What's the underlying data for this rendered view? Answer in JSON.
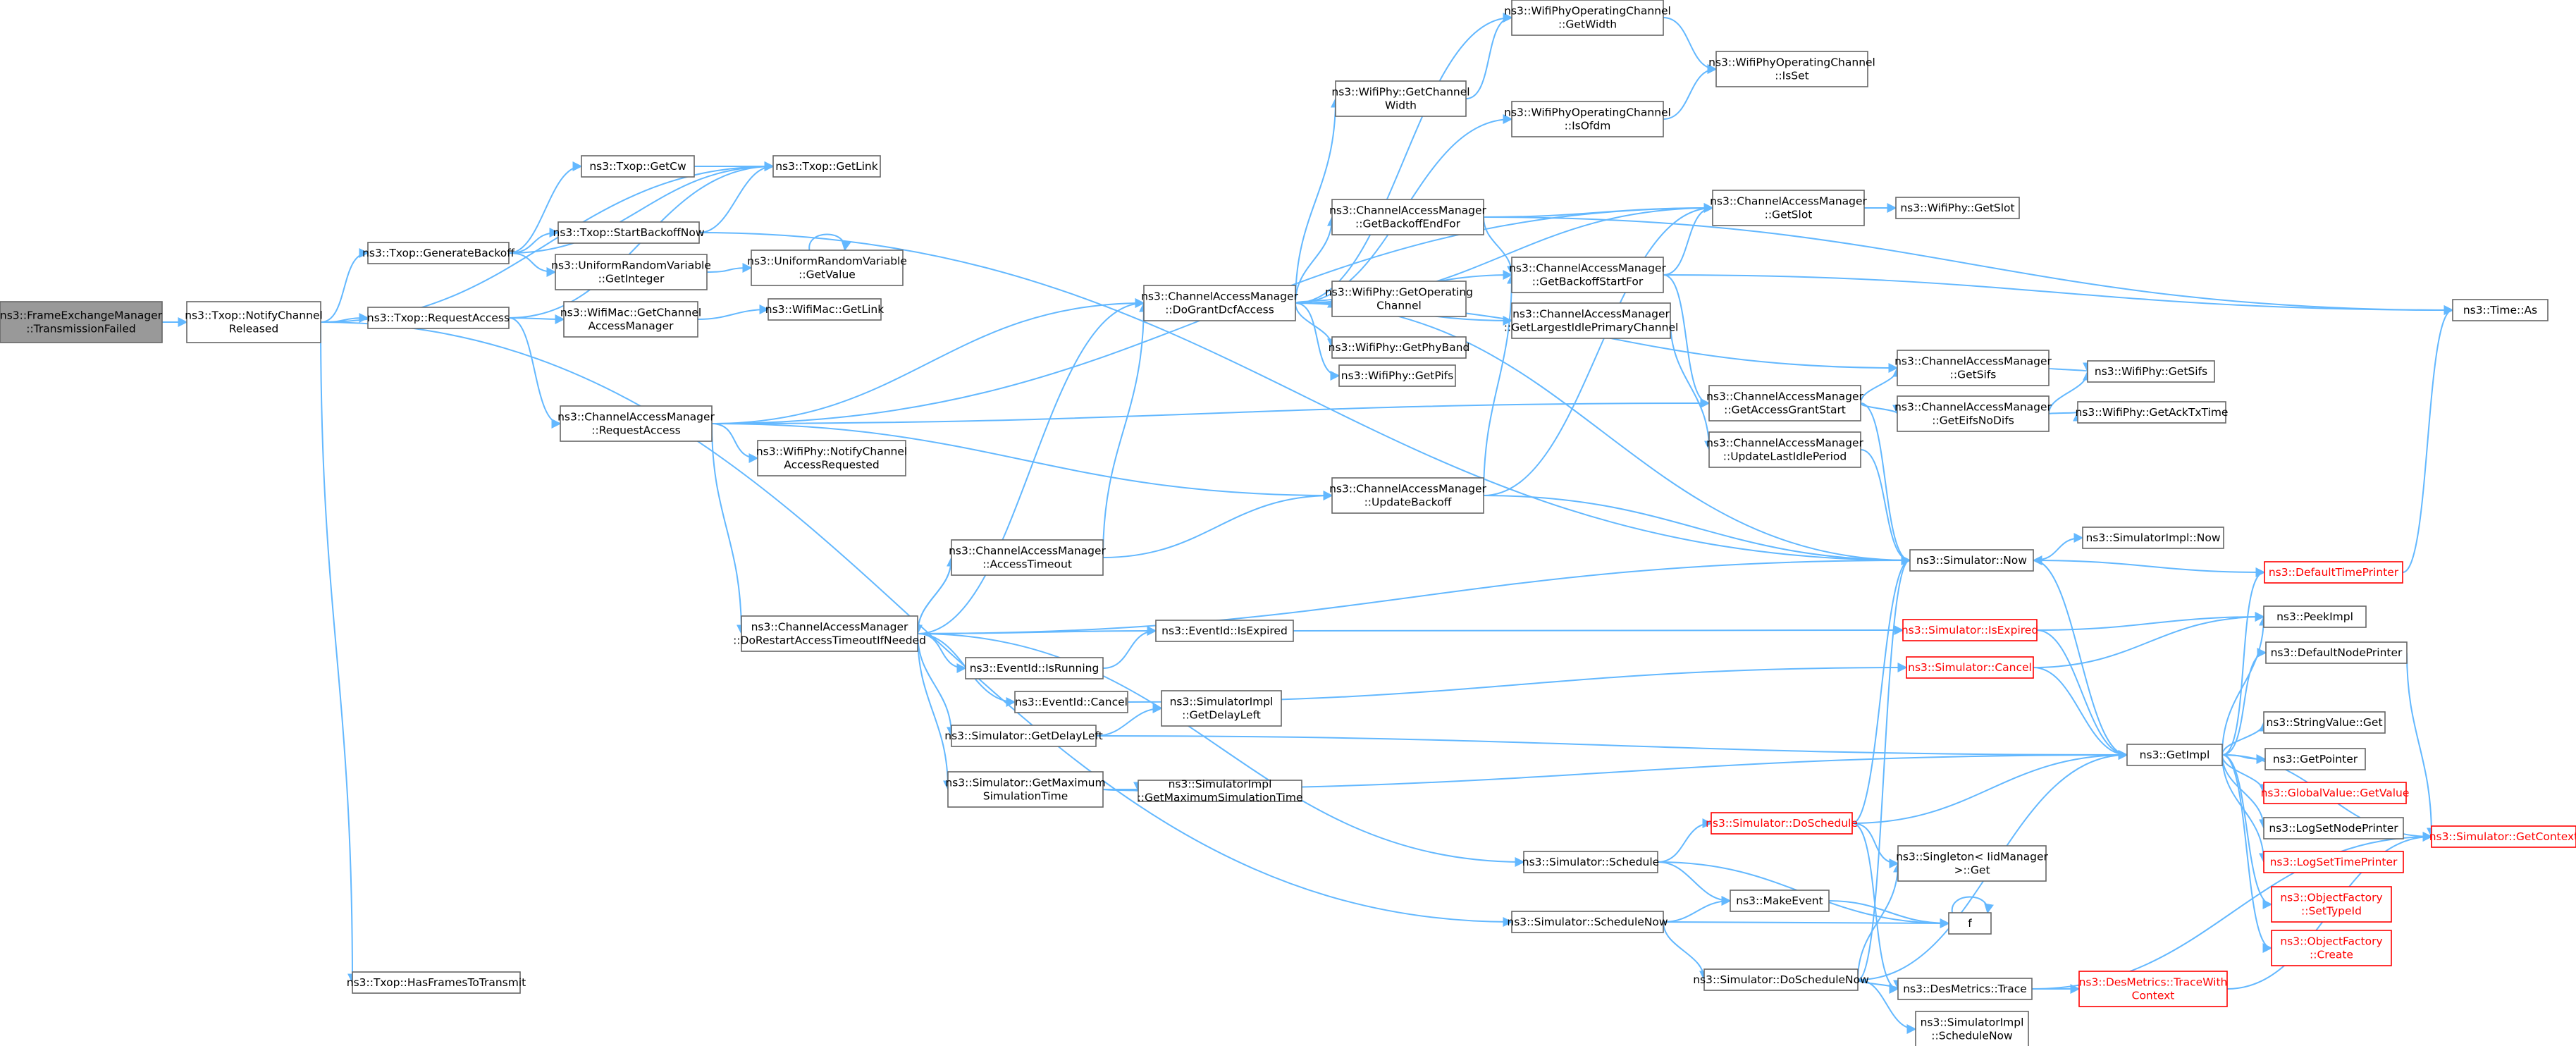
{
  "colors": {
    "edge": "#63b8ff",
    "node_border": "#666666",
    "root_fill": "#999999",
    "highlight": "#ff0000",
    "background": "#ffffff"
  },
  "nodes": [
    {
      "id": "root",
      "lines": [
        "ns3::FrameExchangeManager",
        "::TransmissionFailed"
      ],
      "style": "root"
    },
    {
      "id": "notify",
      "lines": [
        "ns3::Txop::NotifyChannel",
        "Released"
      ]
    },
    {
      "id": "genbackoff",
      "lines": [
        "ns3::Txop::GenerateBackoff"
      ]
    },
    {
      "id": "getcw",
      "lines": [
        "ns3::Txop::GetCw"
      ]
    },
    {
      "id": "txgetlink",
      "lines": [
        "ns3::Txop::GetLink"
      ]
    },
    {
      "id": "startbackoff",
      "lines": [
        "ns3::Txop::StartBackoffNow"
      ]
    },
    {
      "id": "urvint",
      "lines": [
        "ns3::UniformRandomVariable",
        "::GetInteger"
      ]
    },
    {
      "id": "urvval",
      "lines": [
        "ns3::UniformRandomVariable",
        "::GetValue"
      ]
    },
    {
      "id": "reqaccess",
      "lines": [
        "ns3::Txop::RequestAccess"
      ]
    },
    {
      "id": "wmgetcam",
      "lines": [
        "ns3::WifiMac::GetChannel",
        "AccessManager"
      ]
    },
    {
      "id": "wmgetlink",
      "lines": [
        "ns3::WifiMac::GetLink"
      ]
    },
    {
      "id": "camreq",
      "lines": [
        "ns3::ChannelAccessManager",
        "::RequestAccess"
      ]
    },
    {
      "id": "wpnotify",
      "lines": [
        "ns3::WifiPhy::NotifyChannel",
        "AccessRequested"
      ]
    },
    {
      "id": "camrestart",
      "lines": [
        "ns3::ChannelAccessManager",
        "::DoRestartAccessTimeoutIfNeeded"
      ]
    },
    {
      "id": "hasframes",
      "lines": [
        "ns3::Txop::HasFramesToTransmit"
      ]
    },
    {
      "id": "camgrant",
      "lines": [
        "ns3::ChannelAccessManager",
        "::DoGrantDcfAccess"
      ]
    },
    {
      "id": "camtimeout",
      "lines": [
        "ns3::ChannelAccessManager",
        "::AccessTimeout"
      ]
    },
    {
      "id": "eidexpired",
      "lines": [
        "ns3::EventId::IsExpired"
      ]
    },
    {
      "id": "eidrunning",
      "lines": [
        "ns3::EventId::IsRunning"
      ]
    },
    {
      "id": "eidcancel",
      "lines": [
        "ns3::EventId::Cancel"
      ]
    },
    {
      "id": "simdelay",
      "lines": [
        "ns3::Simulator::GetDelayLeft"
      ]
    },
    {
      "id": "simmaxtime",
      "lines": [
        "ns3::Simulator::GetMaximum",
        "SimulationTime"
      ]
    },
    {
      "id": "simimpldelay",
      "lines": [
        "ns3::SimulatorImpl",
        "::GetDelayLeft"
      ]
    },
    {
      "id": "simimplmax",
      "lines": [
        "ns3::SimulatorImpl",
        "::GetMaximumSimulationTime"
      ]
    },
    {
      "id": "wpgetwidth",
      "lines": [
        "ns3::WifiPhy::GetChannel",
        "Width"
      ]
    },
    {
      "id": "wpopcwidth",
      "lines": [
        "ns3::WifiPhyOperatingChannel",
        "::GetWidth"
      ]
    },
    {
      "id": "wpopcisset",
      "lines": [
        "ns3::WifiPhyOperatingChannel",
        "::IsSet"
      ]
    },
    {
      "id": "wpopcofdm",
      "lines": [
        "ns3::WifiPhyOperatingChannel",
        "::IsOfdm"
      ]
    },
    {
      "id": "camendfor",
      "lines": [
        "ns3::ChannelAccessManager",
        "::GetBackoffEndFor"
      ]
    },
    {
      "id": "wpgetop",
      "lines": [
        "ns3::WifiPhy::GetOperating",
        "Channel"
      ]
    },
    {
      "id": "wpband",
      "lines": [
        "ns3::WifiPhy::GetPhyBand"
      ]
    },
    {
      "id": "wppifs",
      "lines": [
        "ns3::WifiPhy::GetPifs"
      ]
    },
    {
      "id": "camupdback",
      "lines": [
        "ns3::ChannelAccessManager",
        "::UpdateBackoff"
      ]
    },
    {
      "id": "camslot",
      "lines": [
        "ns3::ChannelAccessManager",
        "::GetSlot"
      ]
    },
    {
      "id": "wpslot",
      "lines": [
        "ns3::WifiPhy::GetSlot"
      ]
    },
    {
      "id": "camstartfor",
      "lines": [
        "ns3::ChannelAccessManager",
        "::GetBackoffStartFor"
      ]
    },
    {
      "id": "camlargest",
      "lines": [
        "ns3::ChannelAccessManager",
        "::GetLargestIdlePrimaryChannel"
      ]
    },
    {
      "id": "camgrantstart",
      "lines": [
        "ns3::ChannelAccessManager",
        "::GetAccessGrantStart"
      ]
    },
    {
      "id": "camlastidle",
      "lines": [
        "ns3::ChannelAccessManager",
        "::UpdateLastIdlePeriod"
      ]
    },
    {
      "id": "camsifs",
      "lines": [
        "ns3::ChannelAccessManager",
        "::GetSifs"
      ]
    },
    {
      "id": "wpsifs",
      "lines": [
        "ns3::WifiPhy::GetSifs"
      ]
    },
    {
      "id": "cameifs",
      "lines": [
        "ns3::ChannelAccessManager",
        "::GetEifsNoDifs"
      ]
    },
    {
      "id": "wpack",
      "lines": [
        "ns3::WifiPhy::GetAckTxTime"
      ]
    },
    {
      "id": "timeas",
      "lines": [
        "ns3::Time::As"
      ]
    },
    {
      "id": "simnow",
      "lines": [
        "ns3::Simulator::Now"
      ]
    },
    {
      "id": "simimplnow",
      "lines": [
        "ns3::SimulatorImpl::Now"
      ]
    },
    {
      "id": "defaulttime",
      "lines": [
        "ns3::DefaultTimePrinter"
      ],
      "style": "red"
    },
    {
      "id": "simisexpired",
      "lines": [
        "ns3::Simulator::IsExpired"
      ],
      "style": "red"
    },
    {
      "id": "peekimpl",
      "lines": [
        "ns3::PeekImpl"
      ]
    },
    {
      "id": "simcancel",
      "lines": [
        "ns3::Simulator::Cancel"
      ],
      "style": "red"
    },
    {
      "id": "defaultnode",
      "lines": [
        "ns3::DefaultNodePrinter"
      ]
    },
    {
      "id": "getimpl",
      "lines": [
        "ns3::GetImpl"
      ]
    },
    {
      "id": "strget",
      "lines": [
        "ns3::StringValue::Get"
      ]
    },
    {
      "id": "getpointer",
      "lines": [
        "ns3::GetPointer"
      ]
    },
    {
      "id": "globalval",
      "lines": [
        "ns3::GlobalValue::GetValue"
      ],
      "style": "red"
    },
    {
      "id": "lognode",
      "lines": [
        "ns3::LogSetNodePrinter"
      ]
    },
    {
      "id": "logtime",
      "lines": [
        "ns3::LogSetTimePrinter"
      ],
      "style": "red"
    },
    {
      "id": "objsettype",
      "lines": [
        "ns3::ObjectFactory",
        "::SetTypeId"
      ],
      "style": "red"
    },
    {
      "id": "objcreate",
      "lines": [
        "ns3::ObjectFactory",
        "::Create"
      ],
      "style": "red"
    },
    {
      "id": "simgetctx",
      "lines": [
        "ns3::Simulator::GetContext"
      ],
      "style": "red"
    },
    {
      "id": "simdosched",
      "lines": [
        "ns3::Simulator::DoSchedule"
      ],
      "style": "red"
    },
    {
      "id": "simsched",
      "lines": [
        "ns3::Simulator::Schedule"
      ]
    },
    {
      "id": "singleton",
      "lines": [
        "ns3::Singleton< IidManager",
        ">::Get"
      ]
    },
    {
      "id": "makeevent",
      "lines": [
        "ns3::MakeEvent"
      ]
    },
    {
      "id": "fnode",
      "lines": [
        "f"
      ]
    },
    {
      "id": "simschednow",
      "lines": [
        "ns3::Simulator::ScheduleNow"
      ]
    },
    {
      "id": "simdoschednow",
      "lines": [
        "ns3::Simulator::DoScheduleNow"
      ]
    },
    {
      "id": "destrace",
      "lines": [
        "ns3::DesMetrics::Trace"
      ]
    },
    {
      "id": "destracewith",
      "lines": [
        "ns3::DesMetrics::TraceWith",
        "Context"
      ],
      "style": "red"
    },
    {
      "id": "simimplschednow",
      "lines": [
        "ns3::SimulatorImpl",
        "::ScheduleNow"
      ]
    }
  ],
  "edges": [
    [
      "root",
      "notify"
    ],
    [
      "notify",
      "genbackoff"
    ],
    [
      "notify",
      "txgetlink"
    ],
    [
      "notify",
      "reqaccess"
    ],
    [
      "notify",
      "simschednow"
    ],
    [
      "notify",
      "hasframes"
    ],
    [
      "genbackoff",
      "getcw"
    ],
    [
      "genbackoff",
      "txgetlink"
    ],
    [
      "genbackoff",
      "startbackoff"
    ],
    [
      "genbackoff",
      "urvint"
    ],
    [
      "getcw",
      "txgetlink"
    ],
    [
      "startbackoff",
      "txgetlink"
    ],
    [
      "startbackoff",
      "simnow"
    ],
    [
      "urvint",
      "urvval"
    ],
    [
      "urvval",
      "urvval"
    ],
    [
      "reqaccess",
      "wmgetcam"
    ],
    [
      "reqaccess",
      "txgetlink"
    ],
    [
      "reqaccess",
      "camreq"
    ],
    [
      "wmgetcam",
      "wmgetlink"
    ],
    [
      "camreq",
      "wpnotify"
    ],
    [
      "camreq",
      "camgrant"
    ],
    [
      "camreq",
      "camupdback"
    ],
    [
      "camreq",
      "camrestart"
    ],
    [
      "camreq",
      "camslot"
    ],
    [
      "camreq",
      "camgrantstart"
    ],
    [
      "camrestart",
      "camtimeout"
    ],
    [
      "camrestart",
      "camgrant"
    ],
    [
      "camrestart",
      "eidexpired"
    ],
    [
      "camrestart",
      "eidrunning"
    ],
    [
      "camrestart",
      "eidcancel"
    ],
    [
      "camrestart",
      "simdelay"
    ],
    [
      "camrestart",
      "simmaxtime"
    ],
    [
      "camrestart",
      "simsched"
    ],
    [
      "camrestart",
      "simnow"
    ],
    [
      "camtimeout",
      "camgrant"
    ],
    [
      "camtimeout",
      "camupdback"
    ],
    [
      "camtimeout",
      "camrestart"
    ],
    [
      "eidrunning",
      "eidexpired"
    ],
    [
      "eidexpired",
      "simisexpired"
    ],
    [
      "eidcancel",
      "simcancel"
    ],
    [
      "simdelay",
      "simimpldelay"
    ],
    [
      "simdelay",
      "getimpl"
    ],
    [
      "simmaxtime",
      "simimplmax"
    ],
    [
      "simmaxtime",
      "getimpl"
    ],
    [
      "camgrant",
      "wpgetwidth"
    ],
    [
      "camgrant",
      "wpopcwidth"
    ],
    [
      "camgrant",
      "wpopcofdm"
    ],
    [
      "camgrant",
      "camendfor"
    ],
    [
      "camgrant",
      "wpgetop"
    ],
    [
      "camgrant",
      "wpband"
    ],
    [
      "camgrant",
      "wppifs"
    ],
    [
      "camgrant",
      "camslot"
    ],
    [
      "camgrant",
      "camstartfor"
    ],
    [
      "camgrant",
      "camlargest"
    ],
    [
      "camgrant",
      "camsifs"
    ],
    [
      "camgrant",
      "simnow"
    ],
    [
      "wpgetwidth",
      "wpopcwidth"
    ],
    [
      "wpopcwidth",
      "wpopcisset"
    ],
    [
      "wpopcofdm",
      "wpopcisset"
    ],
    [
      "camendfor",
      "camslot"
    ],
    [
      "camendfor",
      "camstartfor"
    ],
    [
      "camendfor",
      "timeas"
    ],
    [
      "camupdback",
      "camslot"
    ],
    [
      "camupdback",
      "camstartfor"
    ],
    [
      "camupdback",
      "simnow"
    ],
    [
      "camslot",
      "wpslot"
    ],
    [
      "camstartfor",
      "camslot"
    ],
    [
      "camstartfor",
      "camgrantstart"
    ],
    [
      "camstartfor",
      "timeas"
    ],
    [
      "camlargest",
      "camlastidle"
    ],
    [
      "camgrantstart",
      "camsifs"
    ],
    [
      "camgrantstart",
      "cameifs"
    ],
    [
      "camgrantstart",
      "simnow"
    ],
    [
      "camsifs",
      "wpsifs"
    ],
    [
      "cameifs",
      "wpsifs"
    ],
    [
      "cameifs",
      "wpack"
    ],
    [
      "camlastidle",
      "simnow"
    ],
    [
      "simnow",
      "simimplnow"
    ],
    [
      "simnow",
      "getimpl"
    ],
    [
      "defaulttime",
      "simnow"
    ],
    [
      "defaulttime",
      "timeas"
    ],
    [
      "simisexpired",
      "peekimpl"
    ],
    [
      "simisexpired",
      "getimpl"
    ],
    [
      "simcancel",
      "peekimpl"
    ],
    [
      "simcancel",
      "getimpl"
    ],
    [
      "getimpl",
      "defaulttime"
    ],
    [
      "getimpl",
      "peekimpl"
    ],
    [
      "getimpl",
      "defaultnode"
    ],
    [
      "getimpl",
      "strget"
    ],
    [
      "getimpl",
      "getpointer"
    ],
    [
      "getimpl",
      "globalval"
    ],
    [
      "getimpl",
      "lognode"
    ],
    [
      "getimpl",
      "logtime"
    ],
    [
      "getimpl",
      "objsettype"
    ],
    [
      "getimpl",
      "objcreate"
    ],
    [
      "getimpl",
      "simgetctx"
    ],
    [
      "defaultnode",
      "simgetctx"
    ],
    [
      "simsched",
      "simdosched"
    ],
    [
      "simsched",
      "makeevent"
    ],
    [
      "simsched",
      "fnode"
    ],
    [
      "simdosched",
      "simnow"
    ],
    [
      "simdosched",
      "getimpl"
    ],
    [
      "simdosched",
      "singleton"
    ],
    [
      "simdosched",
      "destrace"
    ],
    [
      "makeevent",
      "fnode"
    ],
    [
      "fnode",
      "fnode"
    ],
    [
      "simschednow",
      "simdoschednow"
    ],
    [
      "simschednow",
      "makeevent"
    ],
    [
      "simschednow",
      "fnode"
    ],
    [
      "simdoschednow",
      "getimpl"
    ],
    [
      "simdoschednow",
      "simnow"
    ],
    [
      "simdoschednow",
      "singleton"
    ],
    [
      "simdoschednow",
      "destrace"
    ],
    [
      "simdoschednow",
      "simimplschednow"
    ],
    [
      "destrace",
      "destracewith"
    ],
    [
      "destrace",
      "simgetctx"
    ],
    [
      "destracewith",
      "simgetctx"
    ]
  ]
}
